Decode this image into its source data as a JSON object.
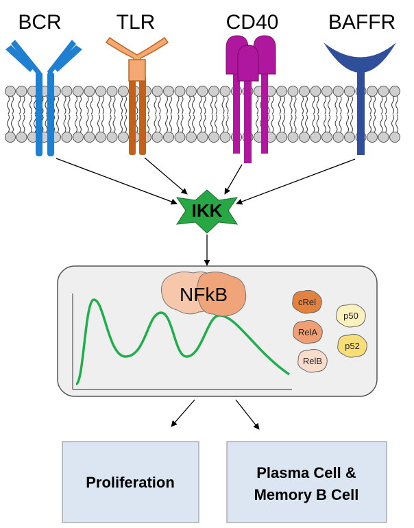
{
  "receptors": [
    {
      "label": "BCR",
      "color": "#1f7fd0"
    },
    {
      "label": "TLR",
      "color": "#c0611e"
    },
    {
      "label": "CD40",
      "color": "#b0179f"
    },
    {
      "label": "BAFFR",
      "color": "#2f4f9a"
    }
  ],
  "membrane": {
    "head_color": "#cfcfcf"
  },
  "ikk": {
    "label": "IKK",
    "color": "#27a844"
  },
  "nucleus": {
    "nfkb_label": "NFkB",
    "subunits": [
      {
        "label": "cRel",
        "color": "#e3823e"
      },
      {
        "label": "RelA",
        "color": "#ef9f72"
      },
      {
        "label": "RelB",
        "color": "#f9dccb"
      },
      {
        "label": "p50",
        "color": "#fbf1bf"
      },
      {
        "label": "p52",
        "color": "#f8de77"
      }
    ],
    "curve_color": "#1fae4b"
  },
  "outcomes": [
    {
      "lines": [
        "Proliferation"
      ]
    },
    {
      "lines": [
        "Plasma Cell &",
        "Memory B Cell"
      ]
    }
  ],
  "outcome_color": "#dce6f2"
}
